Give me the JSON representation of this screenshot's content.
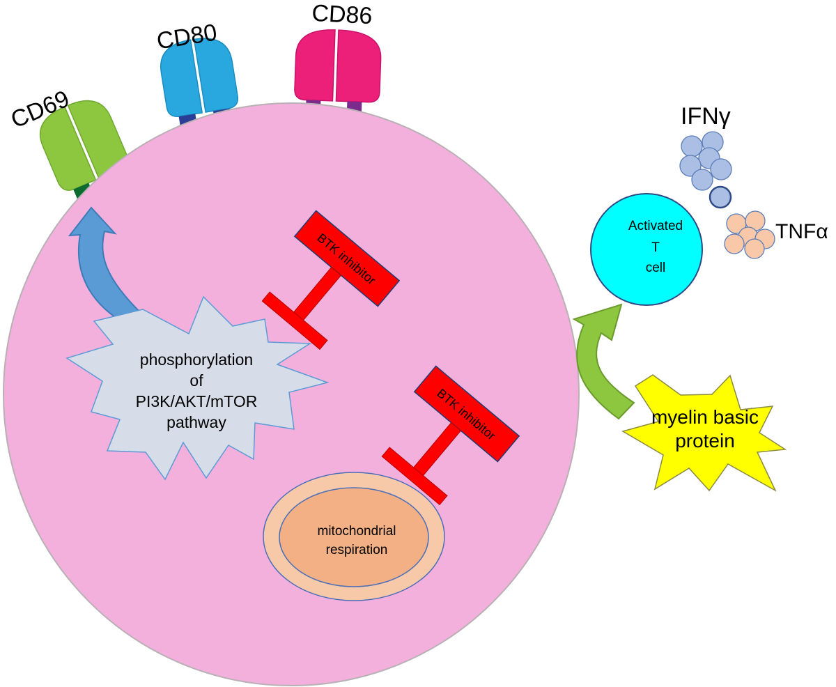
{
  "receptors": {
    "cd69": "CD69",
    "cd80": "CD80",
    "cd86": "CD86"
  },
  "cytokines": {
    "ifn": "IFNγ",
    "tnf": "TNFα"
  },
  "pathway": {
    "line1": "phosphorylation",
    "line2": "of",
    "line3": "PI3K/AKT/mTOR",
    "line4": "pathway"
  },
  "inhibitors": {
    "top": "BTK inhibitor",
    "bottom": "BTK inhibitor"
  },
  "mitochondrion": {
    "line1": "mitochondrial",
    "line2": "respiration"
  },
  "t_cell": {
    "line1": "Activated",
    "line2": "T",
    "line3": "cell"
  },
  "antigen": {
    "line1": "myelin basic",
    "line2": "protein"
  },
  "colors": {
    "cell_body": "#f4b0dc",
    "cd69": "#8dc63f",
    "cd80": "#29a8e0",
    "cd86": "#ec2079",
    "inhibitor": "#ff0000",
    "t_cell": "#00ffff",
    "ifn_particles": "#aabfe3",
    "tnf_particles": "#f8c8a8",
    "antigen": "#ffff00",
    "pathway_burst": "#d6dce8",
    "mitochondrion_outer": "#f8c9a8",
    "mitochondrion_inner": "#f2b084"
  }
}
